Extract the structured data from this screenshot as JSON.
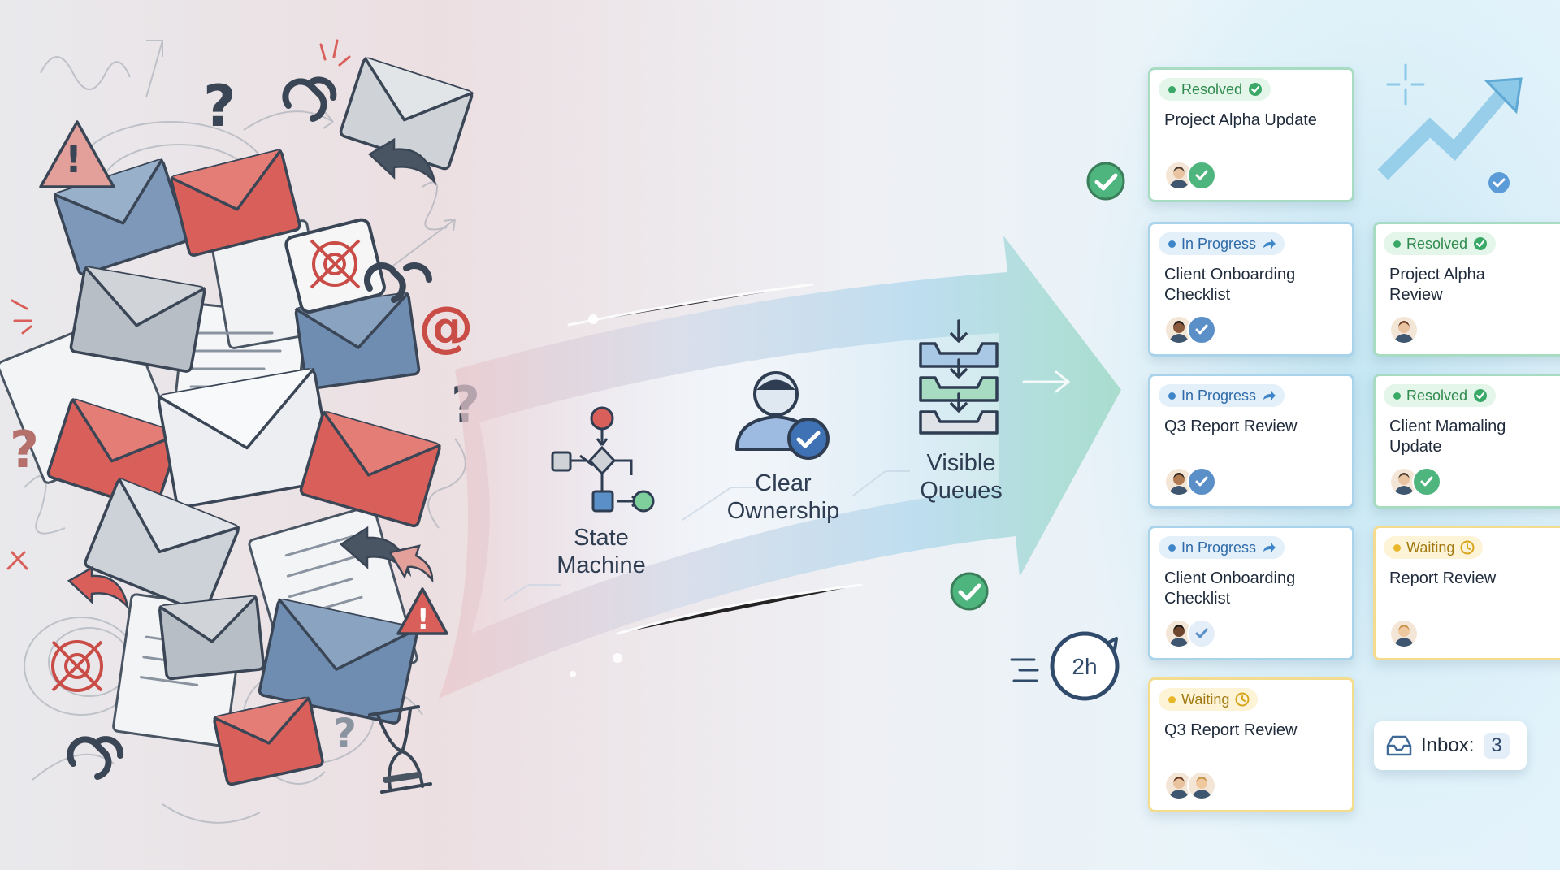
{
  "colors": {
    "resolved": "#3aa866",
    "in_progress": "#3f86c9",
    "waiting": "#e9b72a",
    "envelope_red": "#d9605a",
    "envelope_blue": "#6f8db0",
    "envelope_gray": "#cdd2d8"
  },
  "stages": [
    {
      "label": "State\nMachine",
      "icon": "flowchart-icon"
    },
    {
      "label": "Clear\nOwnership",
      "icon": "user-check-icon"
    },
    {
      "label": "Visible\nQueues",
      "icon": "inbox-stack-icon"
    }
  ],
  "chaos": {
    "symbol_at": "@",
    "symbol_question": "?",
    "symbol_warning": "!"
  },
  "timer": {
    "label": "2h"
  },
  "cards": [
    {
      "status": "Resolved",
      "title": "Project Alpha Update"
    },
    {
      "status": "In Progress",
      "title": "Client Onboarding\nChecklist"
    },
    {
      "status": "Resolved",
      "title": "Project Alpha\nReview"
    },
    {
      "status": "In Progress",
      "title": "Q3 Report Review"
    },
    {
      "status": "Resolved",
      "title": "Client Mamaling\nUpdate"
    },
    {
      "status": "In Progress",
      "title": "Client Onboarding\nChecklist"
    },
    {
      "status": "Waiting",
      "title": "Report Review"
    },
    {
      "status": "Waiting",
      "title": "Q3 Report Review"
    }
  ],
  "inbox": {
    "label": "Inbox:",
    "count": "3"
  }
}
